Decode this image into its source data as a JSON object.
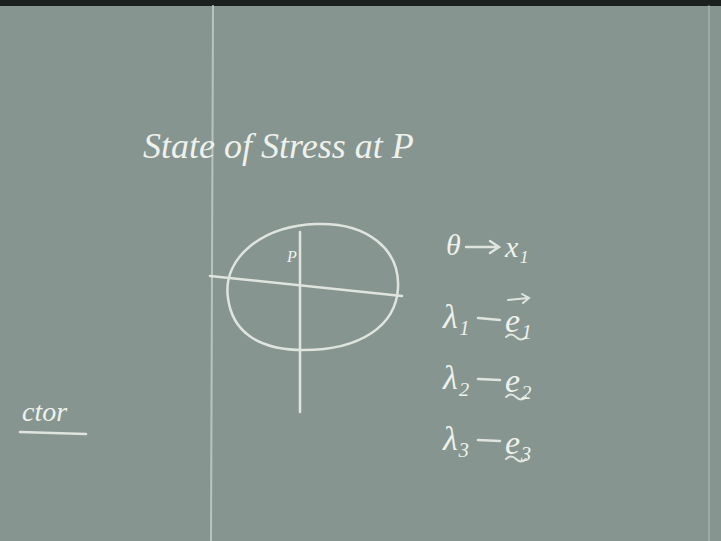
{
  "diagram": {
    "title": "State of Stress at P",
    "labels": [
      "P",
      "θ",
      "x₁",
      "λ₁",
      "e₁",
      "λ₂",
      "e₂",
      "λ₃",
      "e₃",
      "ctor"
    ]
  }
}
